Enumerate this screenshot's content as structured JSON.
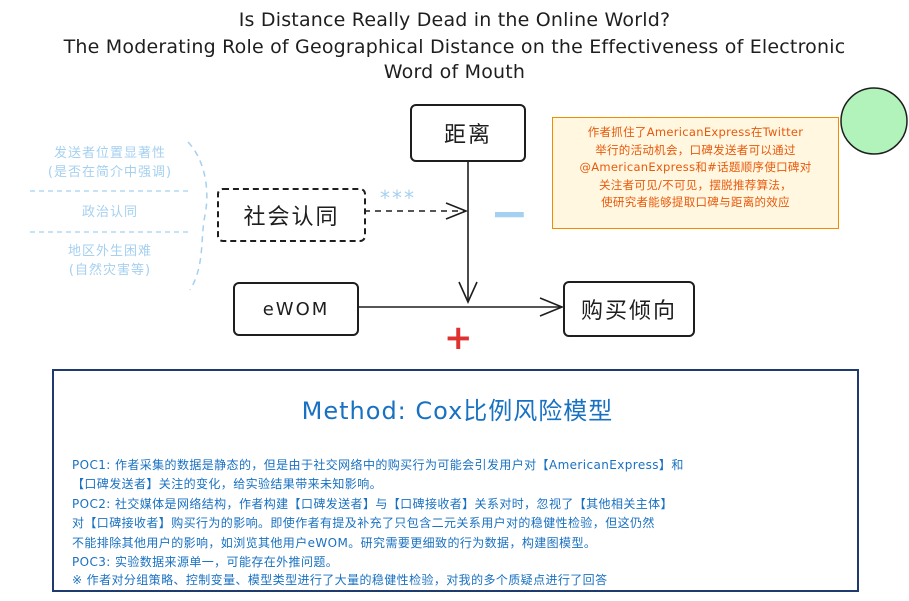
{
  "title": {
    "line1": "Is Distance Really Dead in the Online World?",
    "line2": "The Moderating Role of Geographical Distance on the Effectiveness of Electronic",
    "line3": "Word of Mouth"
  },
  "nodes": {
    "distance": "距离",
    "social_identity": "社会认同",
    "ewom": "eWOM",
    "purchase_intent": "购买倾向"
  },
  "significance": "***",
  "signs": {
    "minus": "−",
    "plus": "+"
  },
  "side_factors": [
    "发送者位置显著性",
    "(是否在简介中强调)",
    "政治认同",
    "地区外生困难",
    "(自然灾害等)"
  ],
  "note": {
    "lines": [
      "作者抓住了AmericanExpress在Twitter",
      "举行的活动机会，口碑发送者可以通过",
      "@AmericanExpress和#话题顺序使口碑对",
      "关注者可见/不可见，摆脱推荐算法，",
      "使研究者能够提取口碑与距离的效应"
    ]
  },
  "method": {
    "title": "Method: Cox比例风险模型",
    "lines": [
      "POC1: 作者采集的数据是静态的，但是由于社交网络中的购买行为可能会引发用户对【AmericanExpress】和",
      "【口碑发送者】关注的变化，给实验结果带来未知影响。",
      "POC2: 社交媒体是网络结构，作者构建【口碑发送者】与【口碑接收者】关系对时，忽视了【其他相关主体】",
      "对【口碑接收者】购买行为的影响。即使作者有提及补充了只包含二元关系用户对的稳健性检验，但这仍然",
      "不能排除其他用户的影响，如浏览其他用户eWOM。研究需要更细致的行为数据，构建图模型。",
      "POC3: 实验数据来源单一，可能存在外推问题。",
      "※  作者对分组策略、控制变量、模型类型进行了大量的稳健性检验，对我的多个质疑点进行了回答"
    ]
  },
  "colors": {
    "accent_blue": "#1971c2",
    "light_blue": "#a5d0f0",
    "orange": "#e8590c",
    "red": "#e03131",
    "green": "#b2f2bb",
    "navy": "#1e3a6e"
  },
  "icons": {
    "info": "info-diamond-icon",
    "circle": "green-circle-icon"
  }
}
